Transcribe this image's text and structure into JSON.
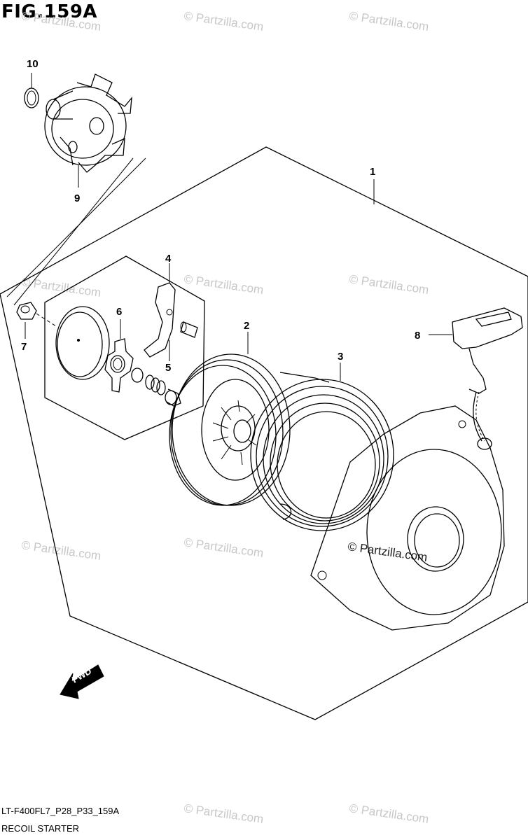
{
  "figure": {
    "title": "FIG.159A"
  },
  "callouts": [
    "1",
    "2",
    "3",
    "4",
    "5",
    "6",
    "7",
    "8",
    "9",
    "10"
  ],
  "fwd_label": "FWD",
  "watermark": "© Partzilla.com",
  "footer": {
    "code": "LT-F400FL7_P28_P33_159A",
    "name": "RECOIL STARTER"
  },
  "colors": {
    "line": "#000000",
    "watermark": "#c8c8c8",
    "background": "#ffffff"
  }
}
